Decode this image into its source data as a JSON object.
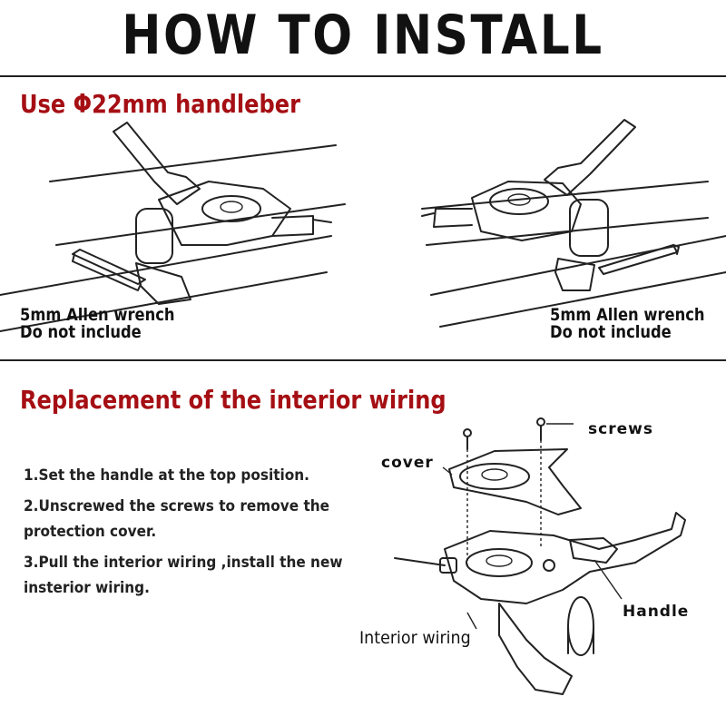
{
  "title": "HOW TO INSTALL",
  "section1": {
    "heading": "Use Φ22mm handleber",
    "left_note": {
      "line1": "5mm Allen wrench",
      "line2": "Do not include"
    },
    "right_note": {
      "line1": "5mm Allen wrench",
      "line2": "Do not include"
    }
  },
  "section2": {
    "heading": "Replacement  of the interior wiring",
    "steps": [
      {
        "line1": "1.Set the handle at the top position."
      },
      {
        "line1": "2.Unscrewed the screws to remove the",
        "line2": "protection cover."
      },
      {
        "line1": "3.Pull the interior wiring ,install the new",
        "line2": "insterior wiring."
      }
    ],
    "diagram_labels": {
      "screws": "screws",
      "cover": "cover",
      "handle": "Handle",
      "interior_wiring": "Interior wiring"
    }
  },
  "colors": {
    "heading_red": "#a50f14",
    "text_dark": "#111111",
    "rule": "#222222"
  }
}
